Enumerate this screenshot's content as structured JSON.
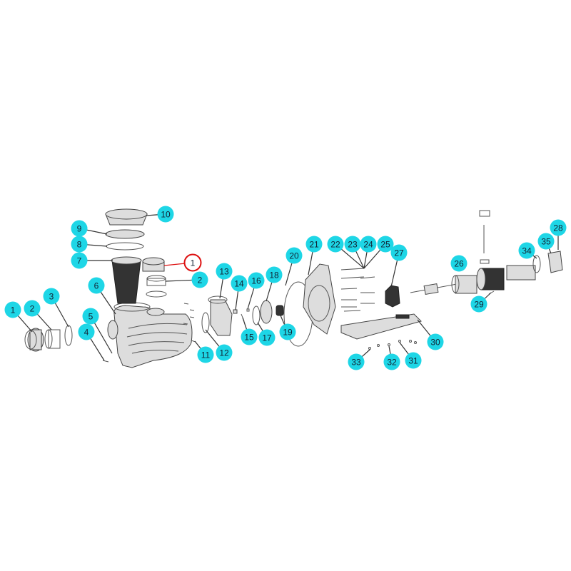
{
  "diagram": {
    "type": "exploded-parts-view",
    "highlight_color": "#dd1111",
    "callout_color": "#1ed6e6",
    "callouts": [
      {
        "label": "1"
      },
      {
        "label": "2"
      },
      {
        "label": "3"
      },
      {
        "label": "4"
      },
      {
        "label": "5"
      },
      {
        "label": "6"
      },
      {
        "label": "7"
      },
      {
        "label": "8"
      },
      {
        "label": "9"
      },
      {
        "label": "10"
      },
      {
        "label": "1",
        "highlighted": true
      },
      {
        "label": "2"
      },
      {
        "label": "11"
      },
      {
        "label": "12"
      },
      {
        "label": "13"
      },
      {
        "label": "14"
      },
      {
        "label": "15"
      },
      {
        "label": "16"
      },
      {
        "label": "17"
      },
      {
        "label": "18"
      },
      {
        "label": "19"
      },
      {
        "label": "20"
      },
      {
        "label": "21"
      },
      {
        "label": "22"
      },
      {
        "label": "23"
      },
      {
        "label": "24"
      },
      {
        "label": "25"
      },
      {
        "label": "27"
      },
      {
        "label": "26"
      },
      {
        "label": "29"
      },
      {
        "label": "30"
      },
      {
        "label": "31"
      },
      {
        "label": "32"
      },
      {
        "label": "33"
      },
      {
        "label": "34"
      },
      {
        "label": "35"
      },
      {
        "label": "28"
      }
    ]
  }
}
